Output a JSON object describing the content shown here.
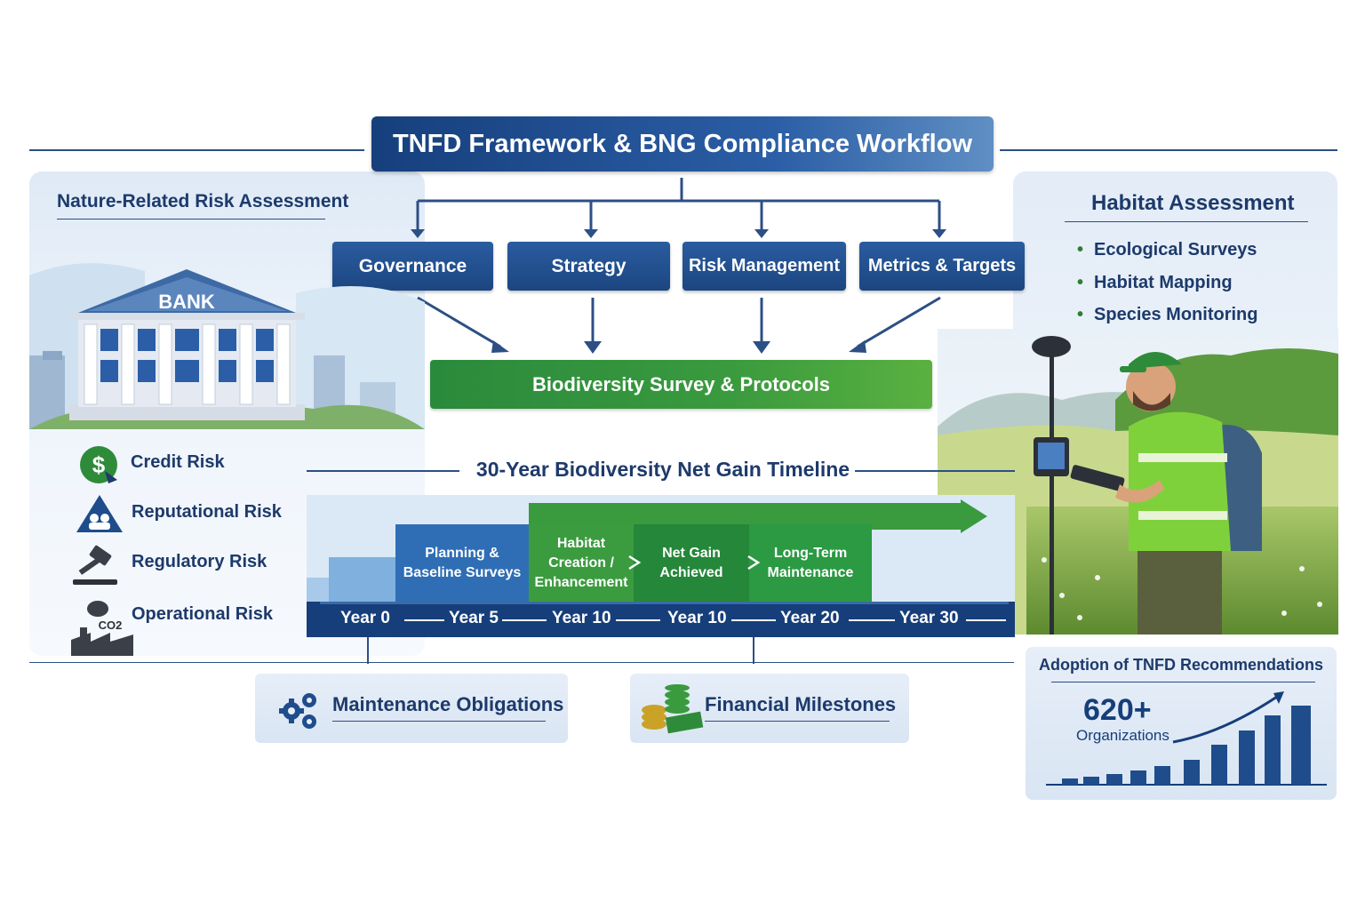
{
  "title": "TNFD Framework & BNG Compliance Workflow",
  "pillars": [
    "Governance",
    "Strategy",
    "Risk Management",
    "Metrics & Targets"
  ],
  "survey_bar": "Biodiversity Survey & Protocols",
  "left_panel": {
    "heading": "Nature-Related Risk Assessment",
    "bank_label": "BANK",
    "risks": [
      "Credit Risk",
      "Reputational Risk",
      "Regulatory Risk",
      "Operational Risk"
    ],
    "co2_label": "CO2"
  },
  "right_panel": {
    "heading": "Habitat Assessment",
    "items": [
      "Ecological Surveys",
      "Habitat Mapping",
      "Species Monitoring"
    ]
  },
  "timeline": {
    "heading": "30-Year Biodiversity Net Gain Timeline",
    "phases": [
      {
        "line1": "Planning &",
        "line2": "Baseline Surveys",
        "line3": ""
      },
      {
        "line1": "Habitat",
        "line2": "Creation /",
        "line3": "Enhancement"
      },
      {
        "line1": "Net Gain",
        "line2": "Achieved",
        "line3": ""
      },
      {
        "line1": "Long-Term",
        "line2": "Maintenance",
        "line3": ""
      }
    ],
    "years": [
      "Year 0",
      "Year 5",
      "Year 10",
      "Year 10",
      "Year 20",
      "Year 30"
    ]
  },
  "cards": {
    "maintenance": "Maintenance Obligations",
    "financial": "Financial Milestones"
  },
  "adoption": {
    "title": "Adoption of TNFD Recommendations",
    "count": "620+",
    "unit": "Organizations"
  },
  "colors": {
    "navy": "#163e7a",
    "blue": "#2a5c9f",
    "green": "#2e8b3a",
    "accent_green": "#4caf50"
  }
}
